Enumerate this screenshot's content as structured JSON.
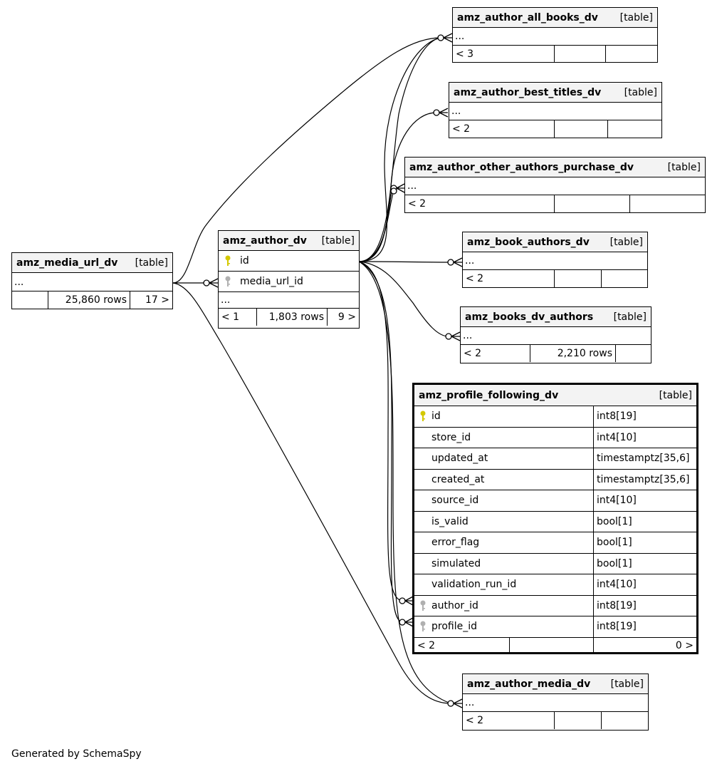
{
  "credit": "Generated by SchemaSpy",
  "tables": {
    "media_url": {
      "name": "amz_media_url_dv",
      "type": "[table]",
      "ellipsis": "...",
      "footer": [
        "",
        "25,860 rows",
        "17 >"
      ]
    },
    "author": {
      "name": "amz_author_dv",
      "type": "[table]",
      "columns": [
        "id",
        "media_url_id"
      ],
      "ellipsis": "...",
      "footer": [
        "< 1",
        "1,803 rows",
        "9 >"
      ]
    },
    "all_books": {
      "name": "amz_author_all_books_dv",
      "type": "[table]",
      "ellipsis": "...",
      "footer": [
        "< 3",
        "",
        ""
      ]
    },
    "best_titles": {
      "name": "amz_author_best_titles_dv",
      "type": "[table]",
      "ellipsis": "...",
      "footer": [
        "< 2",
        "",
        ""
      ]
    },
    "other_authors": {
      "name": "amz_author_other_authors_purchase_dv",
      "type": "[table]",
      "ellipsis": "...",
      "footer": [
        "< 2",
        "",
        ""
      ]
    },
    "book_authors": {
      "name": "amz_book_authors_dv",
      "type": "[table]",
      "ellipsis": "...",
      "footer": [
        "< 2",
        "",
        ""
      ]
    },
    "books_dv_authors": {
      "name": "amz_books_dv_authors",
      "type": "[table]",
      "ellipsis": "...",
      "footer": [
        "< 2",
        "2,210 rows",
        ""
      ]
    },
    "profile_following": {
      "name": "amz_profile_following_dv",
      "type": "[table]",
      "columns": [
        {
          "name": "id",
          "type": "int8[19]",
          "key": "primary"
        },
        {
          "name": "store_id",
          "type": "int4[10]",
          "key": ""
        },
        {
          "name": "updated_at",
          "type": "timestamptz[35,6]",
          "key": ""
        },
        {
          "name": "created_at",
          "type": "timestamptz[35,6]",
          "key": ""
        },
        {
          "name": "source_id",
          "type": "int4[10]",
          "key": ""
        },
        {
          "name": "is_valid",
          "type": "bool[1]",
          "key": ""
        },
        {
          "name": "error_flag",
          "type": "bool[1]",
          "key": ""
        },
        {
          "name": "simulated",
          "type": "bool[1]",
          "key": ""
        },
        {
          "name": "validation_run_id",
          "type": "int4[10]",
          "key": ""
        },
        {
          "name": "author_id",
          "type": "int8[19]",
          "key": "foreign"
        },
        {
          "name": "profile_id",
          "type": "int8[19]",
          "key": "foreign"
        }
      ],
      "footer": [
        "< 2",
        "",
        "0 >"
      ]
    },
    "author_media": {
      "name": "amz_author_media_dv",
      "type": "[table]",
      "ellipsis": "...",
      "footer": [
        "< 2",
        "",
        ""
      ]
    }
  },
  "colors": {
    "primary_key": "#d4c800",
    "foreign_key": "#b0b0b0",
    "header_bg": "#f3f3f3"
  }
}
